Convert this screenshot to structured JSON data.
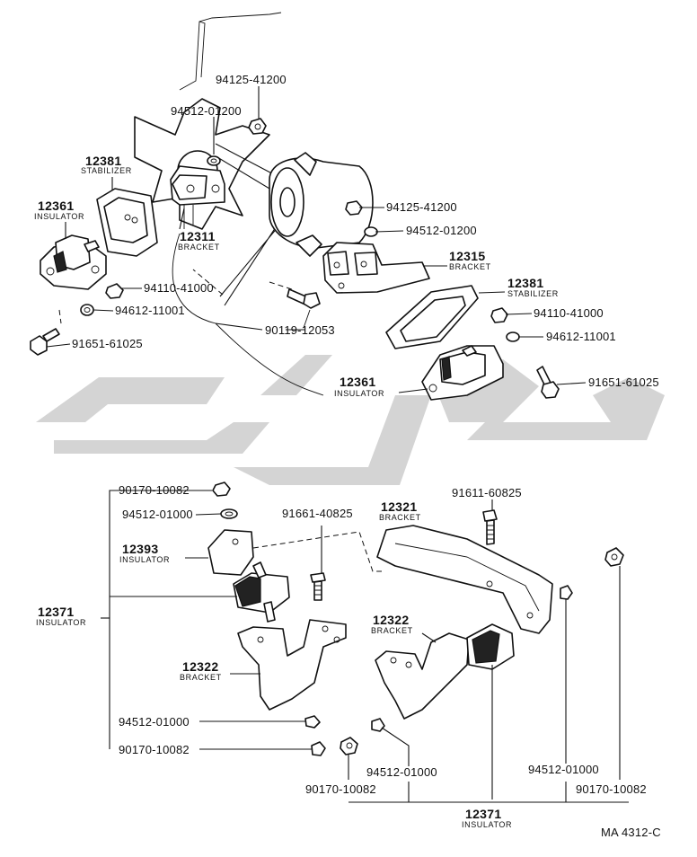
{
  "diagram_code": "MA 4312-C",
  "watermark_text": "",
  "colors": {
    "ink": "#111111",
    "watermark": "#d4d4d4",
    "background": "#ffffff"
  },
  "labels": [
    {
      "id": "pn-94125-41200-a",
      "text": "94125-41200"
    },
    {
      "id": "pn-94512-01200-a",
      "text": "94512-01200"
    },
    {
      "id": "pn-12381-a",
      "text": "12381",
      "caption": "STABILIZER"
    },
    {
      "id": "pn-12361-a",
      "text": "12361",
      "caption": "INSULATOR"
    },
    {
      "id": "pn-12311",
      "text": "12311",
      "caption": "BRACKET"
    },
    {
      "id": "pn-94125-41200-b",
      "text": "94125-41200"
    },
    {
      "id": "pn-94512-01200-b",
      "text": "94512-01200"
    },
    {
      "id": "pn-12315",
      "text": "12315",
      "caption": "BRACKET"
    },
    {
      "id": "pn-94110-41000-a",
      "text": "94110-41000"
    },
    {
      "id": "pn-12381-b",
      "text": "12381",
      "caption": "STABILIZER"
    },
    {
      "id": "pn-94612-11001-a",
      "text": "94612-11001"
    },
    {
      "id": "pn-94110-41000-b",
      "text": "94110-41000"
    },
    {
      "id": "pn-90119-12053",
      "text": "90119-12053"
    },
    {
      "id": "pn-94612-11001-b",
      "text": "94612-11001"
    },
    {
      "id": "pn-91651-61025-a",
      "text": "91651-61025"
    },
    {
      "id": "pn-12361-b",
      "text": "12361",
      "caption": "INSULATOR"
    },
    {
      "id": "pn-91651-61025-b",
      "text": "91651-61025"
    },
    {
      "id": "pn-90170-10082-a",
      "text": "90170-10082"
    },
    {
      "id": "pn-94512-01000-a",
      "text": "94512-01000"
    },
    {
      "id": "pn-91661-40825",
      "text": "91661-40825"
    },
    {
      "id": "pn-12321",
      "text": "12321",
      "caption": "BRACKET"
    },
    {
      "id": "pn-91611-60825",
      "text": "91611-60825"
    },
    {
      "id": "pn-12393",
      "text": "12393",
      "caption": "INSULATOR"
    },
    {
      "id": "pn-12371-a",
      "text": "12371",
      "caption": "INSULATOR"
    },
    {
      "id": "pn-12322-a",
      "text": "12322",
      "caption": "BRACKET"
    },
    {
      "id": "pn-12322-b",
      "text": "12322",
      "caption": "BRACKET"
    },
    {
      "id": "pn-94512-01000-b",
      "text": "94512-01000"
    },
    {
      "id": "pn-90170-10082-b",
      "text": "90170-10082"
    },
    {
      "id": "pn-94512-01000-c",
      "text": "94512-01000"
    },
    {
      "id": "pn-94512-01000-d",
      "text": "94512-01000"
    },
    {
      "id": "pn-90170-10082-c",
      "text": "90170-10082"
    },
    {
      "id": "pn-90170-10082-d",
      "text": "90170-10082"
    },
    {
      "id": "pn-12371-b",
      "text": "12371",
      "caption": "INSULATOR"
    }
  ]
}
